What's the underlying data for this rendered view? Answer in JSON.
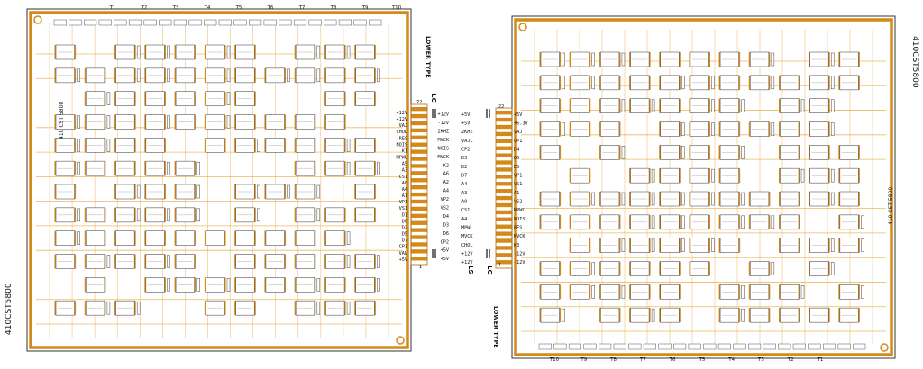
{
  "boards": {
    "left": {
      "part_number": "410CST5800",
      "type_label": "LOWER TYPE",
      "connector_code": "LC",
      "pin_top": "22",
      "pin_bottom": "1",
      "silk_code": "410 CST 5800",
      "test_points": [
        "T1",
        "T2",
        "T3",
        "T4",
        "T5",
        "T6",
        "T7",
        "T8",
        "T9",
        "T10"
      ],
      "signals_left": [
        "+12V",
        "+12V",
        "VAJ",
        "CHOL",
        "RES",
        "NOIS",
        "KI",
        "MPWL",
        "A5",
        "A3",
        "CS1",
        "A0",
        "A4",
        "A1",
        "VP1",
        "VS1",
        "D1",
        "D0",
        "D2",
        "D5",
        "D7",
        "CP1",
        "VAL",
        "+5V"
      ],
      "signals_right": [
        "+12V",
        "-12V",
        "2KHZ",
        "MVCK",
        "NOIS",
        "MVCK",
        "K2",
        "A6",
        "A2",
        "A4",
        "VP2",
        "VS2",
        "D4",
        "D3",
        "D6",
        "CP2",
        "+5V",
        "+5V"
      ]
    },
    "right": {
      "part_number": "410CST5800",
      "type_label": "LOWER TYPE",
      "connector_code": "LC",
      "connector_code_2": "LS",
      "pin_top": "22",
      "pin_bottom": "1",
      "silk_code": "410 CST 5800",
      "test_points": [
        "T10",
        "T9",
        "T8",
        "T7",
        "T6",
        "T5",
        "T4",
        "T3",
        "T2",
        "T1"
      ],
      "signals_left": [
        "+5V",
        "+5V",
        "2KHZ",
        "VAJL",
        "CP2",
        "D3",
        "D2",
        "D7",
        "A4",
        "A3",
        "A0",
        "CS1",
        "A4",
        "MPWL",
        "MVCK",
        "CHOL",
        "+12V",
        "+12V"
      ],
      "signals_right": [
        "+5V",
        "+6.3V",
        "VAJ",
        "CP1",
        "D4",
        "D6",
        "D5",
        "VP1",
        "VS1",
        "A1",
        "VS2",
        "MPWL",
        "NOIS",
        "RES",
        "MVCK",
        "K3",
        "-12V",
        "-12V"
      ]
    }
  },
  "colors": {
    "background": "#ffffff",
    "copper": "#d48a1a",
    "copper_dark": "#b06d10",
    "trace": "#e9a83a",
    "outline": "#333333",
    "chip_fill": "#ffffff",
    "chip_line": "#555555"
  },
  "icons": {
    "chip": "ic-chip-icon",
    "capacitor": "capacitor-icon",
    "mounting_hole": "mounting-hole-icon"
  }
}
